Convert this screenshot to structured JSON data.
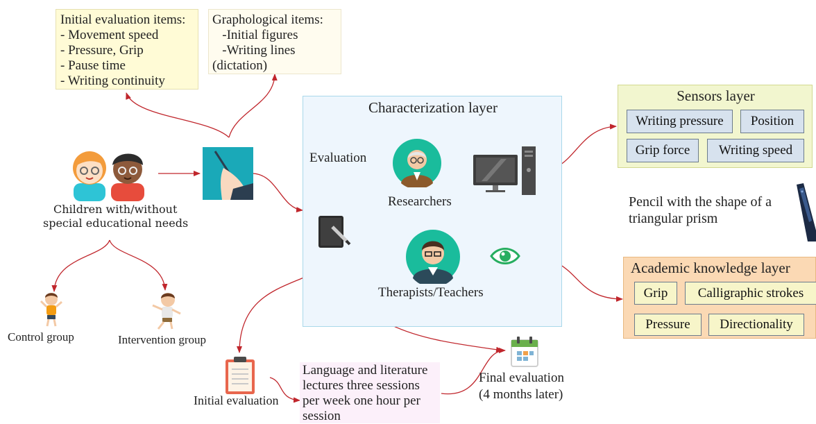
{
  "initial_items": {
    "title": "Initial evaluation items:",
    "lines": [
      "- Movement speed",
      "- Pressure, Grip",
      "- Pause time",
      "- Writing continuity"
    ]
  },
  "grapho_items": {
    "title": "Graphological items:",
    "lines": [
      "   -Initial figures",
      "   -Writing lines",
      "(dictation)"
    ]
  },
  "characterization": {
    "title": "Characterization layer",
    "evaluation": "Evaluation",
    "researchers": "Researchers",
    "therapists": "Therapists/Teachers"
  },
  "children": {
    "line1": "Children with/without",
    "line2": "special  educational needs"
  },
  "groups": {
    "control": "Control group",
    "intervention": "Intervention group"
  },
  "initial_eval": "Initial evaluation",
  "lectures": [
    "Language and literature",
    "lectures three sessions",
    "per week one hour per",
    "session"
  ],
  "final_eval": [
    "Final evaluation",
    "(4 months later)"
  ],
  "sensors": {
    "title": "Sensors layer",
    "chips": [
      "Writing pressure",
      "Position",
      "Grip force",
      "Writing speed"
    ]
  },
  "pencil": [
    "Pencil with the shape of a",
    "triangular prism"
  ],
  "academic": {
    "title": "Academic knowledge layer",
    "chips": [
      "Grip",
      "Calligraphic strokes",
      "Pressure",
      "Directionality"
    ]
  },
  "colors": {
    "arrow": "#c0262c",
    "char_bg": "#eef6fd",
    "sensors_bg": "#f2f6cf",
    "academic_bg": "#fbd9b4",
    "chip_sensor": "#d7e2ee",
    "chip_academic": "#f7f5c9",
    "teal": "#1abc9c"
  }
}
